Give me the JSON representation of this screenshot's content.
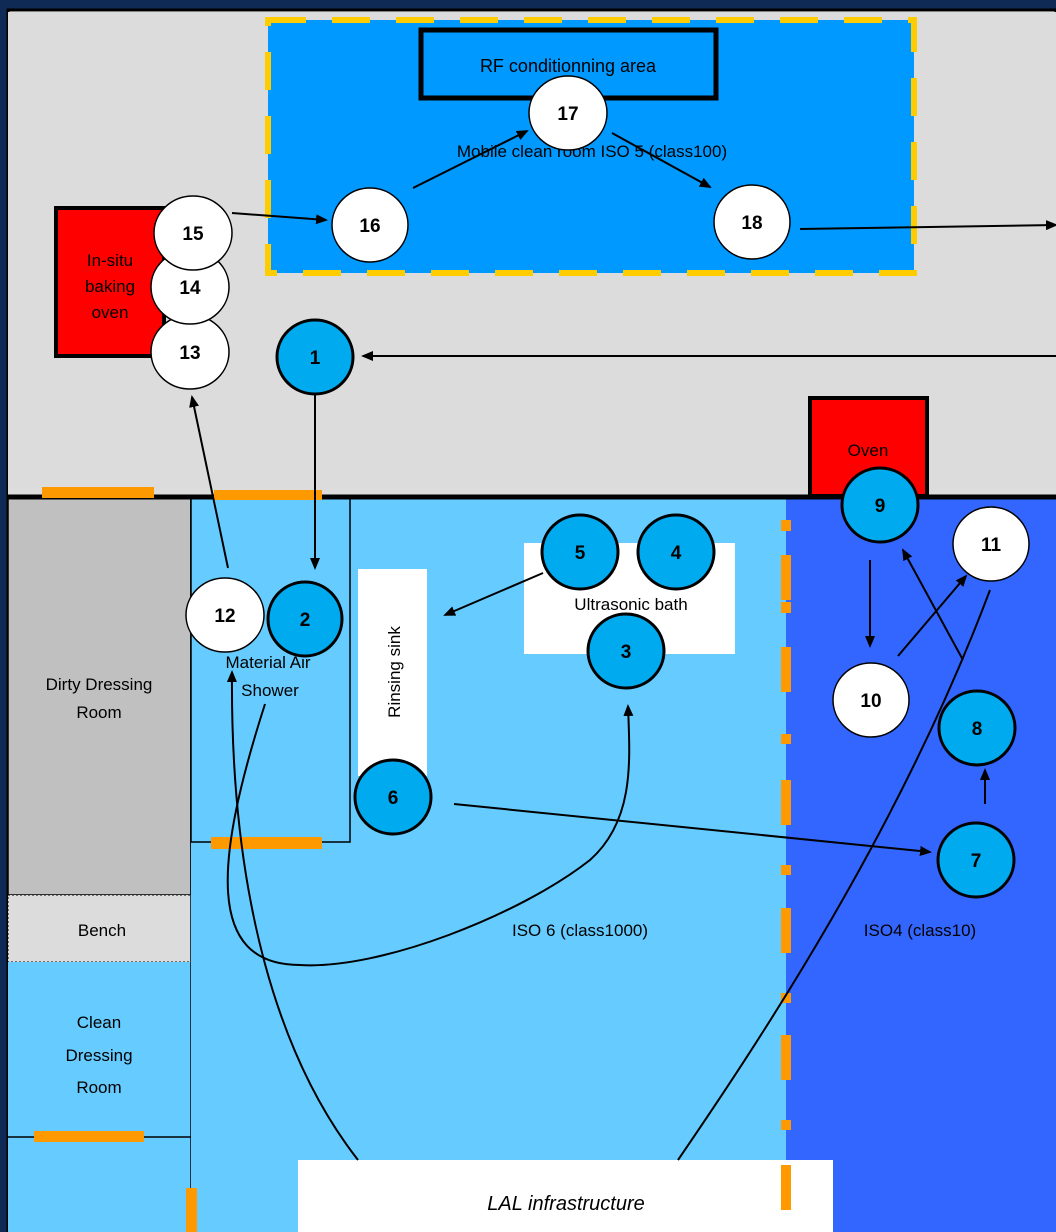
{
  "labels": {
    "rf_area": "RF conditionning area",
    "mobile_clean_room": "Mobile clean room ISO 5 (class100)",
    "baking_oven_1": "In-situ",
    "baking_oven_2": "baking",
    "baking_oven_3": "oven",
    "oven": "Oven",
    "ultrasonic_bath": "Ultrasonic bath",
    "rinsing_sink": "Rinsing sink",
    "air_shower_1": "Material Air",
    "air_shower_2": "Shower",
    "dirty_dressing_1": "Dirty Dressing",
    "dirty_dressing_2": "Room",
    "bench": "Bench",
    "clean_dressing_1": "Clean",
    "clean_dressing_2": "Dressing",
    "clean_dressing_3": "Room",
    "iso6": "ISO 6 (class1000)",
    "iso4": "ISO4 (class10)",
    "infrastructure": "LAL infrastructure"
  },
  "steps": [
    {
      "n": "1",
      "kind": "blue"
    },
    {
      "n": "2",
      "kind": "blue"
    },
    {
      "n": "3",
      "kind": "blue"
    },
    {
      "n": "4",
      "kind": "blue"
    },
    {
      "n": "5",
      "kind": "blue"
    },
    {
      "n": "6",
      "kind": "blue"
    },
    {
      "n": "7",
      "kind": "blue"
    },
    {
      "n": "8",
      "kind": "blue"
    },
    {
      "n": "9",
      "kind": "blue"
    },
    {
      "n": "10",
      "kind": "white"
    },
    {
      "n": "11",
      "kind": "white"
    },
    {
      "n": "12",
      "kind": "white"
    },
    {
      "n": "13",
      "kind": "white"
    },
    {
      "n": "14",
      "kind": "white"
    },
    {
      "n": "15",
      "kind": "white"
    },
    {
      "n": "16",
      "kind": "white"
    },
    {
      "n": "17",
      "kind": "white"
    },
    {
      "n": "18",
      "kind": "white"
    }
  ],
  "colors": {
    "corridor": "#dcdcdc",
    "iso6": "#66ccff",
    "iso4": "#3366ff",
    "mobile_clean_room": "#0099ff",
    "oven": "#ff0000",
    "dressing": "#c0c0c0",
    "door_marker": "#ff9900",
    "clean_room_border": "#ffcc00",
    "step_blue": "#00aaee",
    "step_white": "#ffffff"
  }
}
